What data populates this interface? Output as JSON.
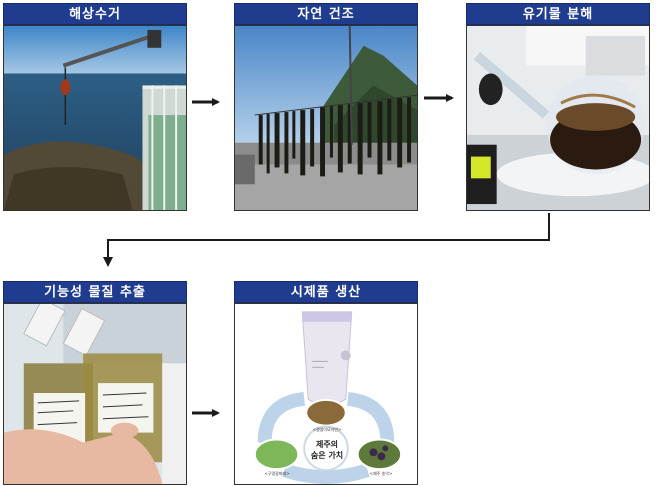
{
  "steps": [
    {
      "label": "해상수거"
    },
    {
      "label": "자연 건조"
    },
    {
      "label": "유기물 분해"
    },
    {
      "label": "기능성 물질 추출"
    },
    {
      "label": "시제품 생산"
    }
  ],
  "product": {
    "center_line1": "제주의",
    "center_line2": "숨은 가치",
    "top_caption": "<괭생이모자반>",
    "left_caption": "<구멍갈파래>",
    "right_caption": "<제주 송악>"
  },
  "colors": {
    "label_bg": "#1f3c8f",
    "arrow": "#1a1a1a",
    "connector": "#1a1a1a"
  }
}
